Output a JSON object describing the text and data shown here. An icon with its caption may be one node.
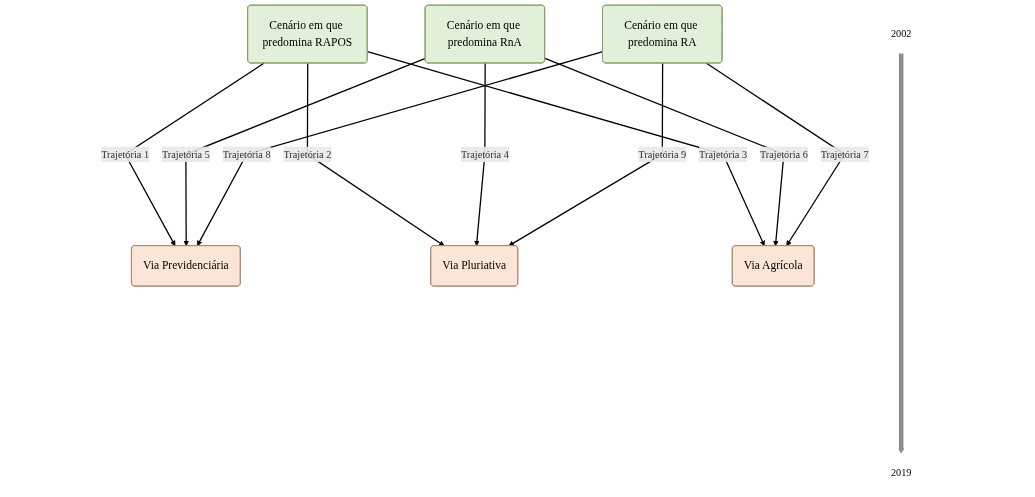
{
  "diagram": {
    "nodes": [
      {
        "text": [
          "Cenário em que predomina RAPOS"
        ]
      },
      {
        "text": [
          "Cenário em que predomina RnA"
        ]
      },
      {
        "text": [
          "Cenário em que predomina RA"
        ]
      },
      {
        "text": [
          "Via Previdenciária"
        ]
      },
      {
        "text": [
          "Via Pluriativa"
        ]
      },
      {
        "text": [
          "Via Agrícola"
        ]
      },
      {
        "text": [
          "2002"
        ]
      },
      {
        "text": [
          "2019"
        ]
      }
    ],
    "edges": [
      {
        "from": 0,
        "to": 3,
        "arrow": "to",
        "label": "Trajetória 1"
      },
      {
        "from": 0,
        "to": 4,
        "arrow": "to",
        "label": "Trajetória 2"
      },
      {
        "from": 0,
        "to": 5,
        "arrow": "to",
        "label": "Trajetória 3"
      },
      {
        "from": 1,
        "to": 4,
        "arrow": "to",
        "label": "Trajetória 4"
      },
      {
        "from": 1,
        "to": 3,
        "arrow": "to",
        "label": "Trajetória 5"
      },
      {
        "from": 1,
        "to": 5,
        "arrow": "to",
        "label": "Trajetória 6"
      },
      {
        "from": 2,
        "to": 5,
        "arrow": "to",
        "label": "Trajetória 7"
      },
      {
        "from": 2,
        "to": 3,
        "arrow": "to",
        "label": "Trajetória 8"
      },
      {
        "from": 2,
        "to": 4,
        "arrow": "to",
        "label": "Trajetória 9"
      },
      {
        "from": 6,
        "to": 7,
        "arrow": "to",
        "style": "thick",
        "color": "#8c8c8c"
      }
    ]
  }
}
